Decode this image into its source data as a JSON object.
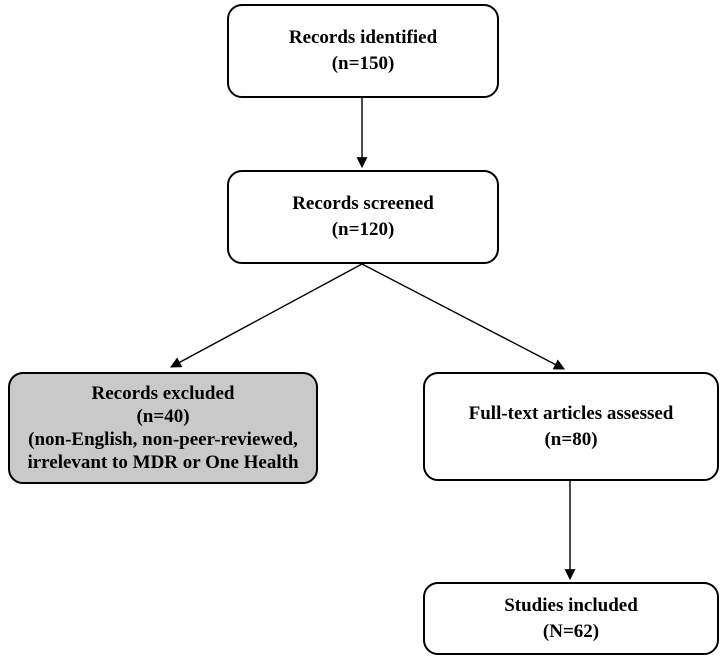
{
  "boxes": {
    "identified": {
      "lines": [
        "Records identified",
        "(n=150)"
      ]
    },
    "screened": {
      "lines": [
        "Records screened",
        "(n=120)"
      ]
    },
    "excluded": {
      "lines": [
        "Records excluded",
        "(n=40)",
        "(non-English, non-peer-reviewed,",
        "irrelevant to MDR or One Health"
      ]
    },
    "fulltext": {
      "lines": [
        "Full-text articles assessed",
        "(n=80)"
      ]
    },
    "included": {
      "lines": [
        "Studies included",
        "(N=62)"
      ]
    }
  },
  "colors": {
    "box_border": "#000000",
    "box_fill": "#ffffff",
    "excluded_fill": "#c9c9c9",
    "arrow": "#000000",
    "background": "#ffffff"
  }
}
